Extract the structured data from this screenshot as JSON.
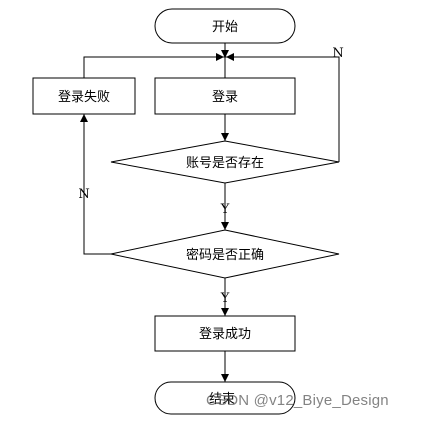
{
  "flowchart": {
    "start": "开始",
    "login": "登录",
    "login_failed": "登录失败",
    "check_account": "账号是否存在",
    "check_password": "密码是否正确",
    "login_success": "登录成功",
    "end": "结束",
    "edge_labels": {
      "account_no": "N",
      "account_yes": "Y",
      "password_no": "N",
      "password_yes": "Y"
    }
  },
  "watermark": "CSDN @v12_Biye_Design"
}
